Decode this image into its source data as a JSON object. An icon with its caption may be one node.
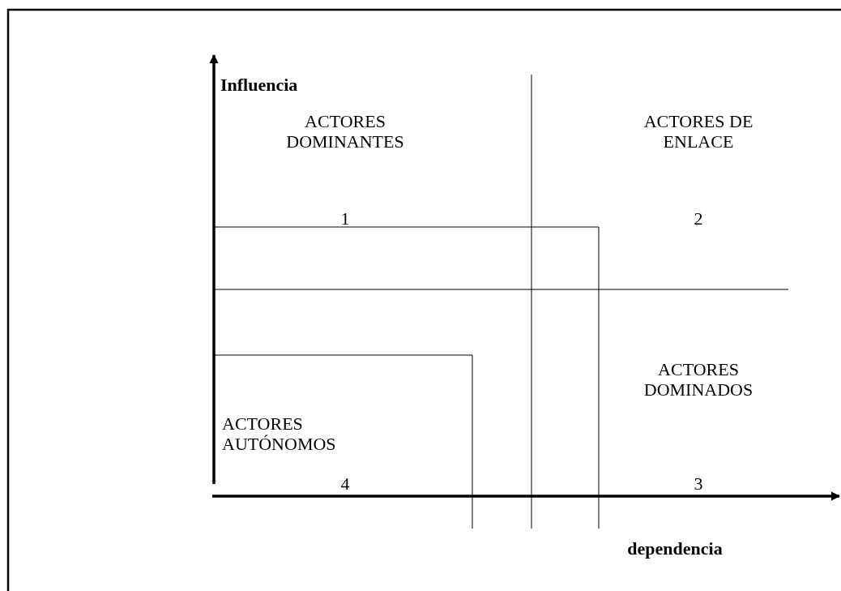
{
  "diagram": {
    "labels": [
      "Influencia",
      "ACTORES DOMINANTES",
      "ACTORES DE ENLACE",
      "1",
      "2",
      "ACTORES DOMINADOS",
      "ACTORES AUTÓNOMOS",
      "4",
      "3",
      "dependencia"
    ]
  }
}
